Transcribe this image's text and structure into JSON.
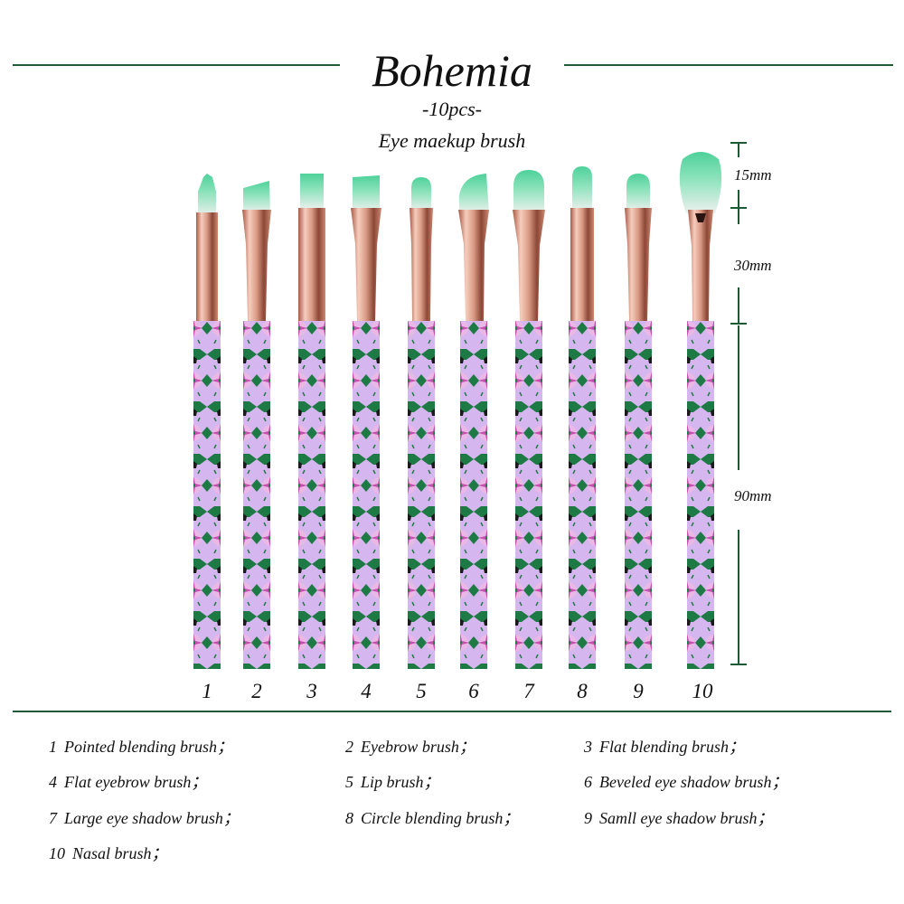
{
  "header": {
    "title": "Bohemia",
    "count_label": "-10pcs-",
    "subtitle": "Eye maekup brush"
  },
  "colors": {
    "rule": "#1f5a36",
    "bristle_tip": "#4ed19a",
    "bristle_base": "#e9eaea",
    "ferrule": "#d99a84",
    "handle_green": "#1e7a45",
    "handle_lilac": "#d6b6ee",
    "handle_pink": "#e78fd0"
  },
  "dimensions": {
    "bristle": "15mm",
    "ferrule": "30mm",
    "handle": "90mm"
  },
  "brushes": [
    {
      "number": "1",
      "tip": "pointed"
    },
    {
      "number": "2",
      "tip": "angled"
    },
    {
      "number": "3",
      "tip": "flat"
    },
    {
      "number": "4",
      "tip": "flat-angled"
    },
    {
      "number": "5",
      "tip": "lip"
    },
    {
      "number": "6",
      "tip": "beveled"
    },
    {
      "number": "7",
      "tip": "large-dome"
    },
    {
      "number": "8",
      "tip": "round"
    },
    {
      "number": "9",
      "tip": "small-dome"
    },
    {
      "number": "10",
      "tip": "fan-dome"
    }
  ],
  "legend": [
    {
      "number": "1",
      "label": "Pointed blending brush；"
    },
    {
      "number": "2",
      "label": "Eyebrow brush；"
    },
    {
      "number": "3",
      "label": "Flat blending brush；"
    },
    {
      "number": "4",
      "label": "Flat eyebrow brush；"
    },
    {
      "number": "5",
      "label": "Lip brush；"
    },
    {
      "number": "6",
      "label": "Beveled eye shadow brush；"
    },
    {
      "number": "7",
      "label": "Large eye shadow brush；"
    },
    {
      "number": "8",
      "label": "Circle blending brush；"
    },
    {
      "number": "9",
      "label": "Samll  eye shadow brush；"
    },
    {
      "number": "10",
      "label": "Nasal brush；"
    }
  ]
}
